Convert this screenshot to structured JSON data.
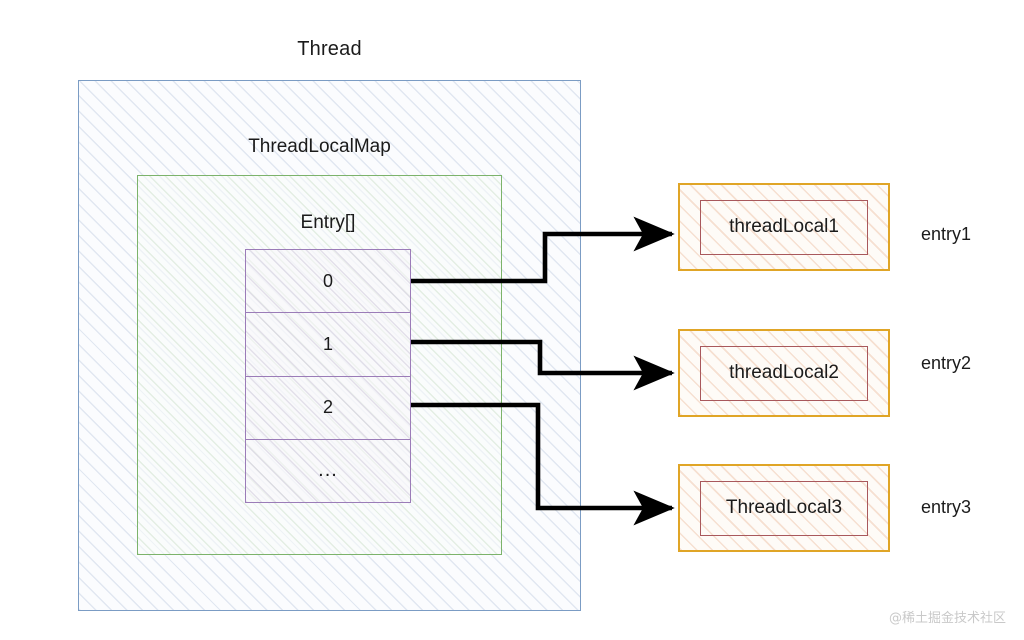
{
  "diagram": {
    "title": "Thread",
    "thread_label": "Thread",
    "threadlocalmap_label": "ThreadLocalMap",
    "entry_array_label": "Entry[]",
    "entry_cells": [
      "0",
      "1",
      "2",
      "..."
    ],
    "targets": [
      {
        "name": "threadLocal1",
        "label": "entry1"
      },
      {
        "name": "threadLocal2",
        "label": "entry2"
      },
      {
        "name": "ThreadLocal3",
        "label": "entry3"
      }
    ],
    "watermark": "@稀土掘金技术社区",
    "colors": {
      "thread_border": "#7b9cc4",
      "threadlocalmap_border": "#7cb36b",
      "entry_table_border": "#9b7cb8",
      "target_outer_border": "#e0a526",
      "target_inner_border": "#a9585c",
      "connector": "#000000",
      "text": "#1b1b1b",
      "watermark": "#c9c9c9"
    }
  }
}
